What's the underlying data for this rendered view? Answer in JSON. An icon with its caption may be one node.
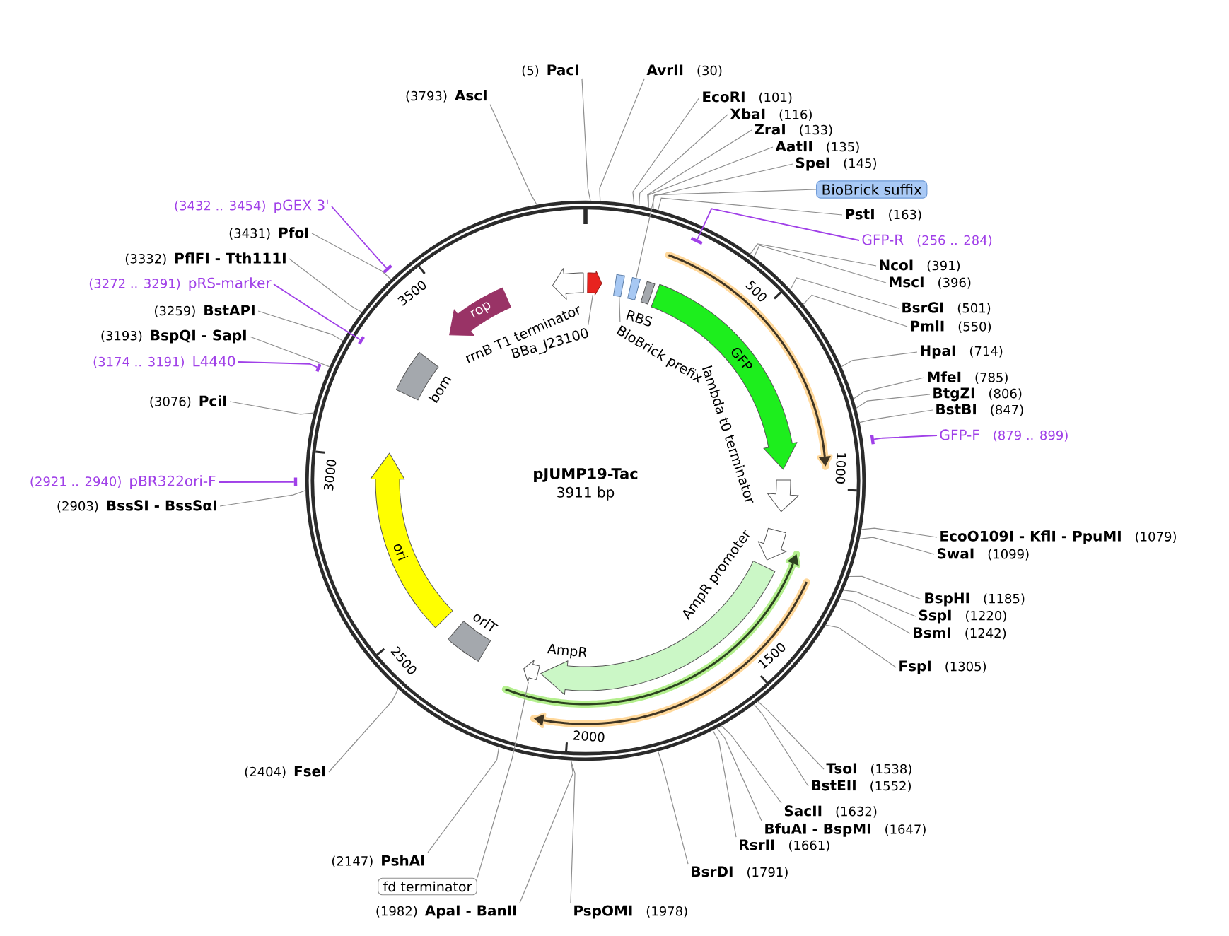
{
  "diagram": {
    "title": "pJUMP19-Tac",
    "nodes": [
      {
        "text": [],
        "shape": "circle"
      },
      {
        "text": [],
        "shape": "arrow",
        "beside": [
          "rrnB T1 terminator"
        ],
        "in": 0
      },
      {
        "text": [],
        "shape": "arrow",
        "in": 0
      },
      {
        "text": [],
        "shape": "box",
        "in": 0
      },
      {
        "text": [],
        "shape": "box",
        "in": 0
      },
      {
        "text": [],
        "shape": "box",
        "beside": [
          "RBS"
        ],
        "in": 0
      },
      {
        "text": [
          "GFP"
        ],
        "in": 0
      },
      {
        "text": [],
        "shape": "arrow",
        "in": 0
      },
      {
        "text": [],
        "shape": "arrow",
        "in": 0
      },
      {
        "text": [],
        "shape": "arrow",
        "beside": [
          "AmpR"
        ],
        "in": 0
      },
      {
        "text": [],
        "shape": "arrow",
        "in": 0
      },
      {
        "text": [],
        "shape": "box",
        "beside": [
          "oriT"
        ],
        "in": 0
      },
      {
        "text": [
          "ori"
        ],
        "in": 0
      },
      {
        "text": [],
        "shape": "box",
        "beside": [
          "bom"
        ],
        "in": 0
      },
      {
        "text": [
          "rop"
        ],
        "in": 0
      },
      {
        "text": [],
        "shape": "bar",
        "in": 0
      },
      {
        "text": [],
        "shape": "bar"
      },
      {
        "text": [],
        "shape": "bar"
      },
      {
        "text": [],
        "shape": "bar",
        "in": 0
      },
      {
        "text": [],
        "shape": "bar",
        "in": 0
      },
      {
        "text": [],
        "shape": "bar",
        "in": 0
      },
      {
        "text": [
          "BBa_J23100"
        ],
        "in": 0
      },
      {
        "text": [
          "BioBrick prefix"
        ],
        "in": 0
      },
      {
        "text": [
          "(5)",
          "PacI"
        ]
      },
      {
        "text": [
          "AvrII",
          "(30)"
        ]
      },
      {
        "text": [
          "EcoRI",
          "(101)"
        ]
      },
      {
        "text": [
          "XbaI",
          "(116)"
        ]
      },
      {
        "text": [
          "ZraI",
          "(133)"
        ]
      },
      {
        "text": [
          "AatII",
          "(135)"
        ]
      },
      {
        "text": [
          "SpeI",
          "(145)"
        ]
      },
      {
        "text": [
          "BioBrick suffix"
        ]
      },
      {
        "text": [
          "PstI",
          "(163)"
        ]
      },
      {
        "text": [
          "GFP-R",
          "(256 .. 284)"
        ]
      },
      {
        "text": [
          "NcoI",
          "(391)"
        ]
      },
      {
        "text": [
          "MscI",
          "(396)"
        ]
      },
      {
        "text": [
          "BsrGI",
          "(501)"
        ]
      },
      {
        "text": [
          "PmlI",
          "(550)"
        ]
      },
      {
        "text": [
          "HpaI",
          "(714)"
        ]
      },
      {
        "text": [
          "MfeI",
          "(785)"
        ]
      },
      {
        "text": [
          "BtgZI",
          "(806)"
        ]
      },
      {
        "text": [
          "BstBI",
          "(847)"
        ]
      },
      {
        "text": [
          "GFP-F",
          "(879 .. 899)"
        ]
      },
      {
        "text": [
          "EcoO109I - KflI - PpuMI",
          "(1079)"
        ]
      },
      {
        "text": [
          "SwaI",
          "(1099)"
        ]
      },
      {
        "text": [
          "BspHI",
          "(1185)"
        ]
      },
      {
        "text": [
          "SspI",
          "(1220)"
        ]
      },
      {
        "text": [
          "BsmI",
          "(1242)"
        ]
      },
      {
        "text": [
          "FspI",
          "(1305)"
        ]
      },
      {
        "text": [
          "TsoI",
          "(1538)"
        ]
      },
      {
        "text": [
          "BstEII",
          "(1552)"
        ]
      },
      {
        "text": [
          "SacII",
          "(1632)"
        ]
      },
      {
        "text": [
          "BfuAI - BspMI",
          "(1647)"
        ]
      },
      {
        "text": [
          "RsrII",
          "(1661)"
        ]
      },
      {
        "text": [
          "BsrDI",
          "(1791)"
        ]
      },
      {
        "text": [
          "PspOMI",
          "(1978)"
        ]
      },
      {
        "text": [
          "(1982)",
          "ApaI - BanII"
        ]
      },
      {
        "text": [
          "fd terminator"
        ]
      },
      {
        "text": [
          "(2147)",
          "PshAI"
        ]
      },
      {
        "text": [
          "(2404)",
          "FseI"
        ]
      },
      {
        "text": [
          "(2903)",
          "BssSI - BssSαI"
        ]
      },
      {
        "text": [
          "(2921 .. 2940)",
          "pBR322ori-F"
        ]
      },
      {
        "text": [
          "(3076)",
          "PciI"
        ]
      },
      {
        "text": [
          "(3174 .. 3191)",
          "L4440"
        ]
      },
      {
        "text": [
          "(3193)",
          "BspQI - SapI"
        ]
      },
      {
        "text": [
          "(3259)",
          "BstAPI"
        ]
      },
      {
        "text": [
          "(3272 .. 3291)",
          "pRS-marker"
        ]
      },
      {
        "text": [
          "(3332)",
          "PflFI - Tth111I"
        ]
      },
      {
        "text": [
          "(3431)",
          "PfoI"
        ]
      },
      {
        "text": [
          "(3432 .. 3454)",
          "pGEX 3'"
        ]
      },
      {
        "text": [
          "(3793)",
          "AscI"
        ]
      }
    ],
    "edges": [
      {
        "from": 21,
        "to": 2,
        "arrow": "none"
      },
      {
        "from": 22,
        "to": 3,
        "arrow": "none"
      },
      {
        "from": 23,
        "to": 0,
        "arrow": "none"
      },
      {
        "from": 24,
        "to": 0,
        "arrow": "none"
      },
      {
        "from": 25,
        "to": 0,
        "arrow": "none"
      },
      {
        "from": 26,
        "to": 0,
        "arrow": "none"
      },
      {
        "from": 27,
        "to": 0,
        "arrow": "none"
      },
      {
        "from": 28,
        "to": 0,
        "arrow": "none"
      },
      {
        "from": 29,
        "to": 0,
        "arrow": "none"
      },
      {
        "from": 30,
        "to": 4,
        "arrow": "none"
      },
      {
        "from": 31,
        "to": 0,
        "arrow": "none"
      },
      {
        "from": 32,
        "to": 15,
        "arrow": "none",
        "color": "#a040e8"
      },
      {
        "from": 33,
        "to": 0,
        "arrow": "none"
      },
      {
        "from": 34,
        "to": 0,
        "arrow": "none"
      },
      {
        "from": 35,
        "to": 0,
        "arrow": "none"
      },
      {
        "from": 36,
        "to": 0,
        "arrow": "none"
      },
      {
        "from": 37,
        "to": 0,
        "arrow": "none"
      },
      {
        "from": 38,
        "to": 0,
        "arrow": "none"
      },
      {
        "from": 39,
        "to": 0,
        "arrow": "none"
      },
      {
        "from": 40,
        "to": 0,
        "arrow": "none"
      },
      {
        "from": 41,
        "to": 16,
        "arrow": "none",
        "color": "#a040e8"
      },
      {
        "from": 42,
        "to": 0,
        "arrow": "none"
      },
      {
        "from": 43,
        "to": 0,
        "arrow": "none"
      },
      {
        "from": 44,
        "to": 0,
        "arrow": "none"
      },
      {
        "from": 45,
        "to": 0,
        "arrow": "none"
      },
      {
        "from": 46,
        "to": 0,
        "arrow": "none"
      },
      {
        "from": 47,
        "to": 0,
        "arrow": "none"
      },
      {
        "from": 48,
        "to": 0,
        "arrow": "none"
      },
      {
        "from": 49,
        "to": 0,
        "arrow": "none"
      },
      {
        "from": 50,
        "to": 0,
        "arrow": "none"
      },
      {
        "from": 51,
        "to": 0,
        "arrow": "none"
      },
      {
        "from": 52,
        "to": 0,
        "arrow": "none"
      },
      {
        "from": 53,
        "to": 0,
        "arrow": "none"
      },
      {
        "from": 54,
        "to": 0,
        "arrow": "none"
      },
      {
        "from": 55,
        "to": 0,
        "arrow": "none"
      },
      {
        "from": 56,
        "to": 10,
        "arrow": "none"
      },
      {
        "from": 57,
        "to": 0,
        "arrow": "none"
      },
      {
        "from": 58,
        "to": 0,
        "arrow": "none"
      },
      {
        "from": 59,
        "to": 0,
        "arrow": "none"
      },
      {
        "from": 60,
        "to": 17,
        "arrow": "none",
        "color": "#a040e8"
      },
      {
        "from": 61,
        "to": 0,
        "arrow": "none"
      },
      {
        "from": 62,
        "to": 18,
        "arrow": "none",
        "color": "#a040e8"
      },
      {
        "from": 63,
        "to": 0,
        "arrow": "none"
      },
      {
        "from": 64,
        "to": 0,
        "arrow": "none"
      },
      {
        "from": 65,
        "to": 19,
        "arrow": "none",
        "color": "#a040e8"
      },
      {
        "from": 66,
        "to": 0,
        "arrow": "none"
      },
      {
        "from": 67,
        "to": 0,
        "arrow": "none"
      },
      {
        "from": 68,
        "to": 20,
        "arrow": "none",
        "color": "#a040e8"
      },
      {
        "from": 69,
        "to": 0,
        "arrow": "none"
      }
    ],
    "labels": [
      "3911 bp",
      "500",
      "1000",
      "1500",
      "2000",
      "2500",
      "3000",
      "3500",
      "lambda t0 terminator",
      "AmpR promoter"
    ]
  }
}
